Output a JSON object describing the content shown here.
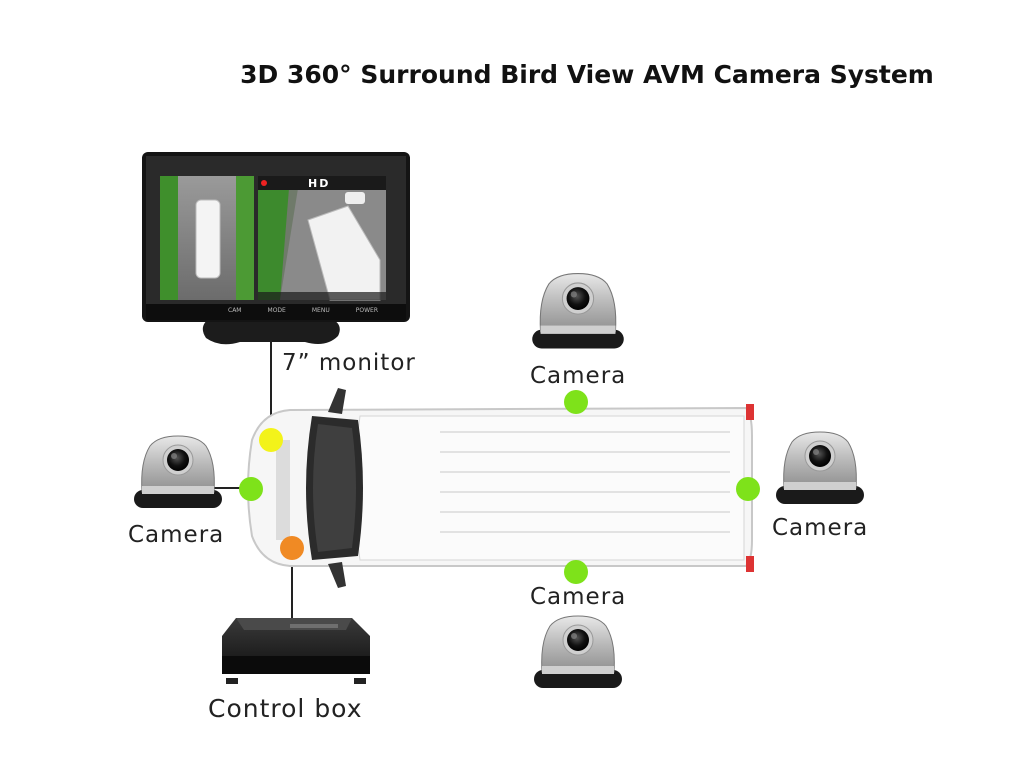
{
  "title": "3D 360° Surround Bird View AVM Camera System",
  "monitor": {
    "label": "7”  monitor",
    "screen_badge": "HD",
    "buttons": [
      "CAM",
      "MODE",
      "MENU",
      "POWER"
    ]
  },
  "cameras": {
    "top": "Camera",
    "left": "Camera",
    "right": "Camera",
    "bottom": "Camera"
  },
  "control_box": {
    "label": "Control box"
  },
  "colors": {
    "camera_dot": "#7ee21a",
    "monitor_dot": "#f3f31a",
    "control_dot": "#f08a24"
  }
}
